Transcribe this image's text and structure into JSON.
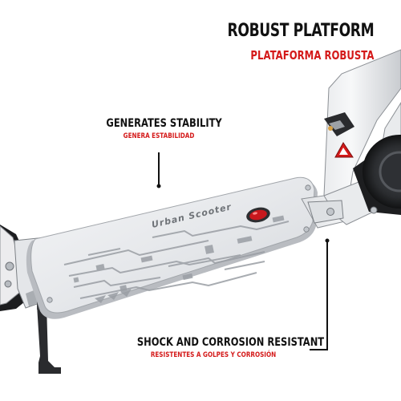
{
  "heading": {
    "title": "ROBUST PLATFORM",
    "subtitle": "PLATAFORMA ROBUSTA"
  },
  "callouts": [
    {
      "main": "GENERATES STABILITY",
      "sub": "GENERA ESTABILIDAD"
    },
    {
      "main": "SHOCK AND CORROSION RESISTANT",
      "sub": "RESISTENTES A GOLPES Y CORROSIÓN"
    }
  ],
  "deck": {
    "brand_text": "Urban Scooter",
    "color": "#e9ebee",
    "pattern_color": "#9a9ea4"
  },
  "colors": {
    "accent": "#d41919",
    "text": "#111111"
  }
}
